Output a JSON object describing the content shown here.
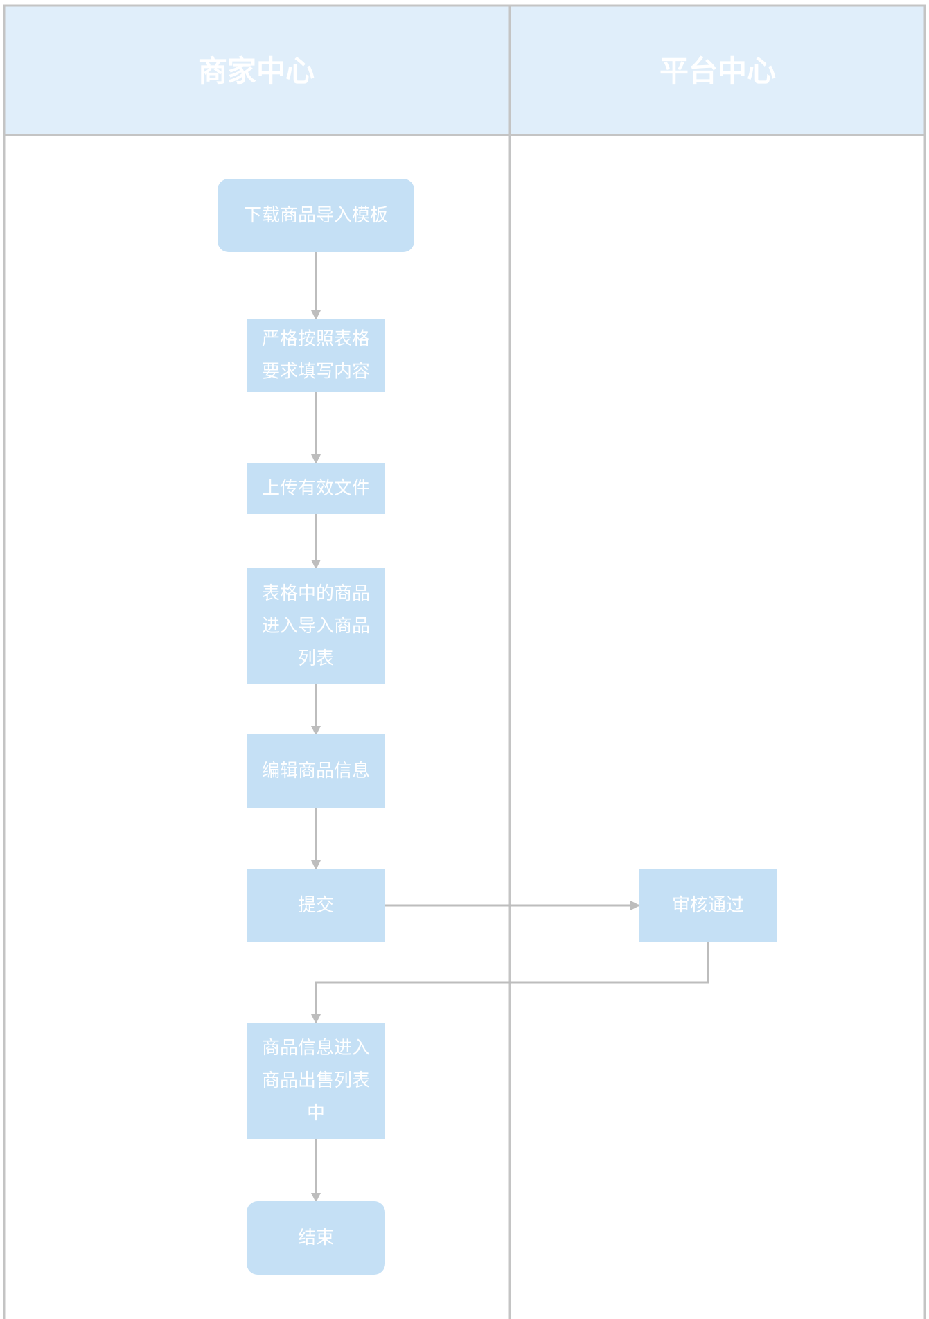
{
  "lanes": {
    "merchant": {
      "title": "商家中心"
    },
    "platform": {
      "title": "平台中心"
    }
  },
  "colors": {
    "header_fill": "#e0eefa",
    "node_fill": "#c5e0f5",
    "border": "#c4c4c4",
    "edge": "#bdbdbd",
    "text": "#ffffff"
  },
  "nodes": {
    "download_template": {
      "shape": "rounded",
      "lines": [
        "下载商品导入模板"
      ]
    },
    "fill_content": {
      "shape": "rect",
      "lines": [
        "严格按照表格",
        "要求填写内容"
      ]
    },
    "upload_file": {
      "shape": "rect",
      "lines": [
        "上传有效文件"
      ]
    },
    "enter_import_list": {
      "shape": "rect",
      "lines": [
        "表格中的商品",
        "进入导入商品",
        "列表"
      ]
    },
    "edit_info": {
      "shape": "rect",
      "lines": [
        "编辑商品信息"
      ]
    },
    "submit": {
      "shape": "rect",
      "lines": [
        "提交"
      ]
    },
    "review_pass": {
      "shape": "rect",
      "lines": [
        "审核通过"
      ]
    },
    "enter_sale_list": {
      "shape": "rect",
      "lines": [
        "商品信息进入",
        "商品出售列表",
        "中"
      ]
    },
    "end": {
      "shape": "rounded",
      "lines": [
        "结束"
      ]
    }
  },
  "edges": [
    {
      "from": "download_template",
      "to": "fill_content"
    },
    {
      "from": "fill_content",
      "to": "upload_file"
    },
    {
      "from": "upload_file",
      "to": "enter_import_list"
    },
    {
      "from": "enter_import_list",
      "to": "edit_info"
    },
    {
      "from": "edit_info",
      "to": "submit"
    },
    {
      "from": "submit",
      "to": "review_pass"
    },
    {
      "from": "review_pass",
      "to": "enter_sale_list"
    },
    {
      "from": "enter_sale_list",
      "to": "end"
    }
  ]
}
